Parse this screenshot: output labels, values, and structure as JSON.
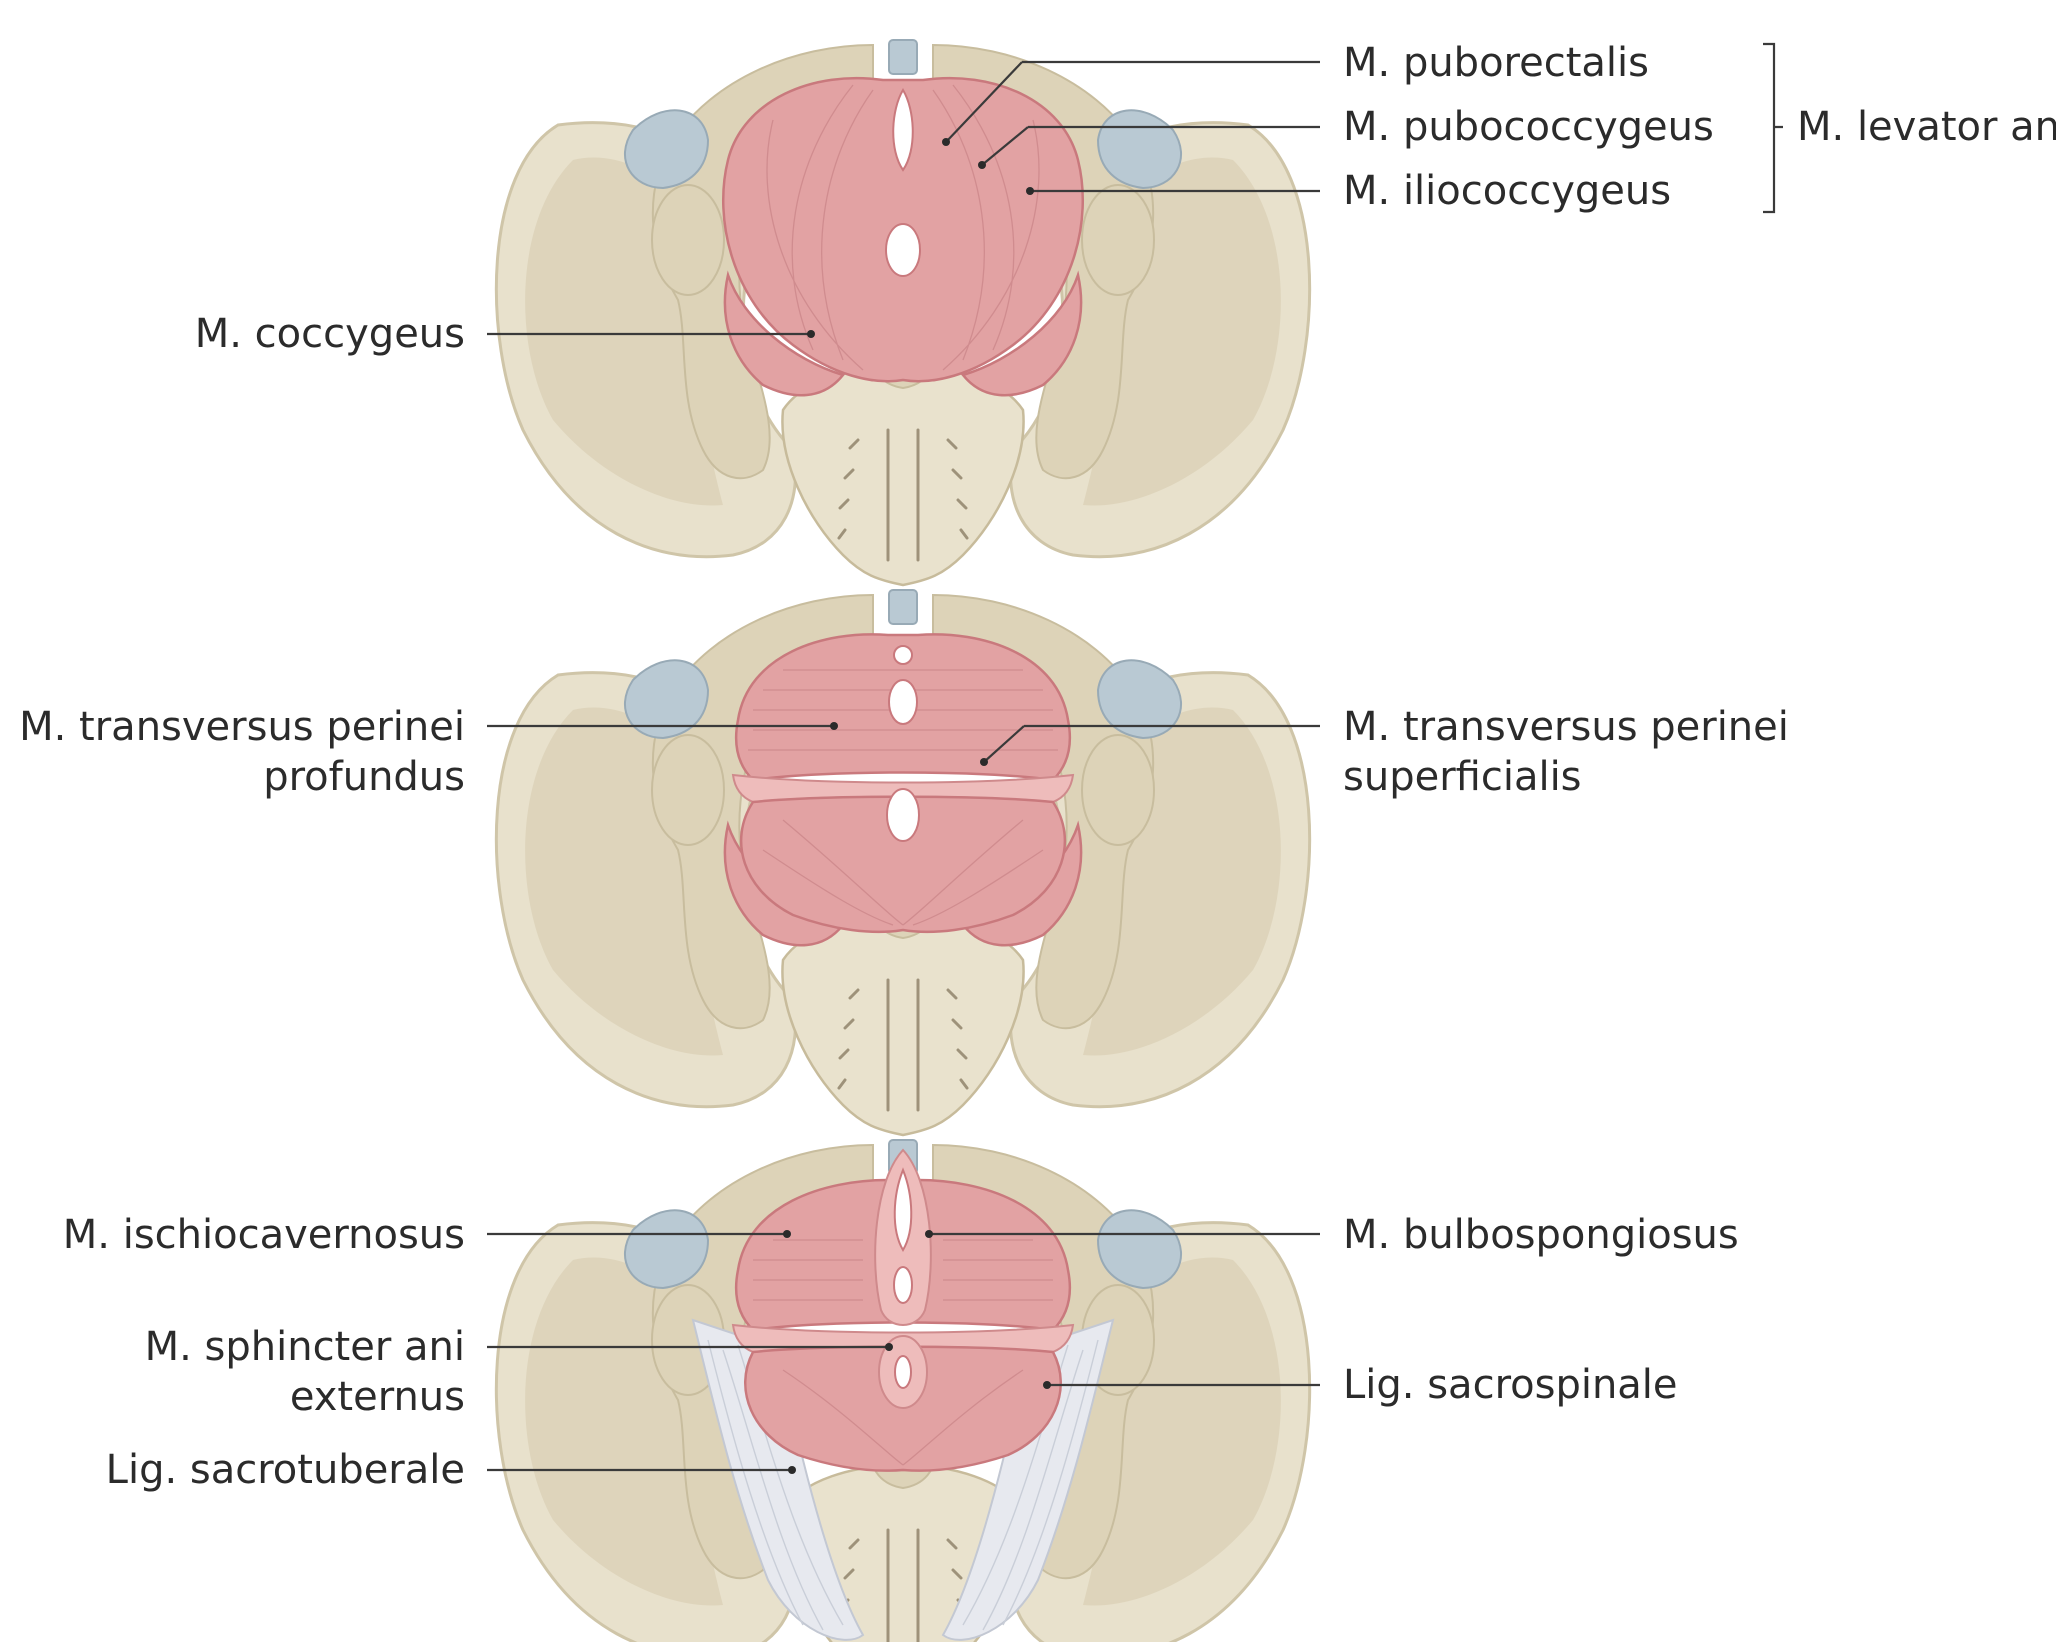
{
  "labels": {
    "puborectalis": "M. puborectalis",
    "pubococcygeus": "M. pubococcygeus",
    "iliococcygeus": "M. iliococcygeus",
    "levator_ani": "M. levator ani",
    "coccygeus": "M. coccygeus",
    "transversus_profundus_line1": "M. transversus perinei",
    "transversus_profundus_line2": "profundus",
    "transversus_superficialis_line1": "M. transversus perinei",
    "transversus_superficialis_line2": "superficialis",
    "ischiocavernosus": "M. ischiocavernosus",
    "bulbospongiosus": "M. bulbospongiosus",
    "sphincter_line1": "M. sphincter ani",
    "sphincter_line2": "externus",
    "sacrospinale": "Lig. sacrospinale",
    "sacrotuberale": "Lig. sacrotuberale"
  },
  "colors": {
    "bone": "#e8e1cc",
    "muscle": "#e2a2a3",
    "cartilage": "#b9c9d3",
    "ligament": "#e7e9ef",
    "text": "#2b2b2b"
  }
}
